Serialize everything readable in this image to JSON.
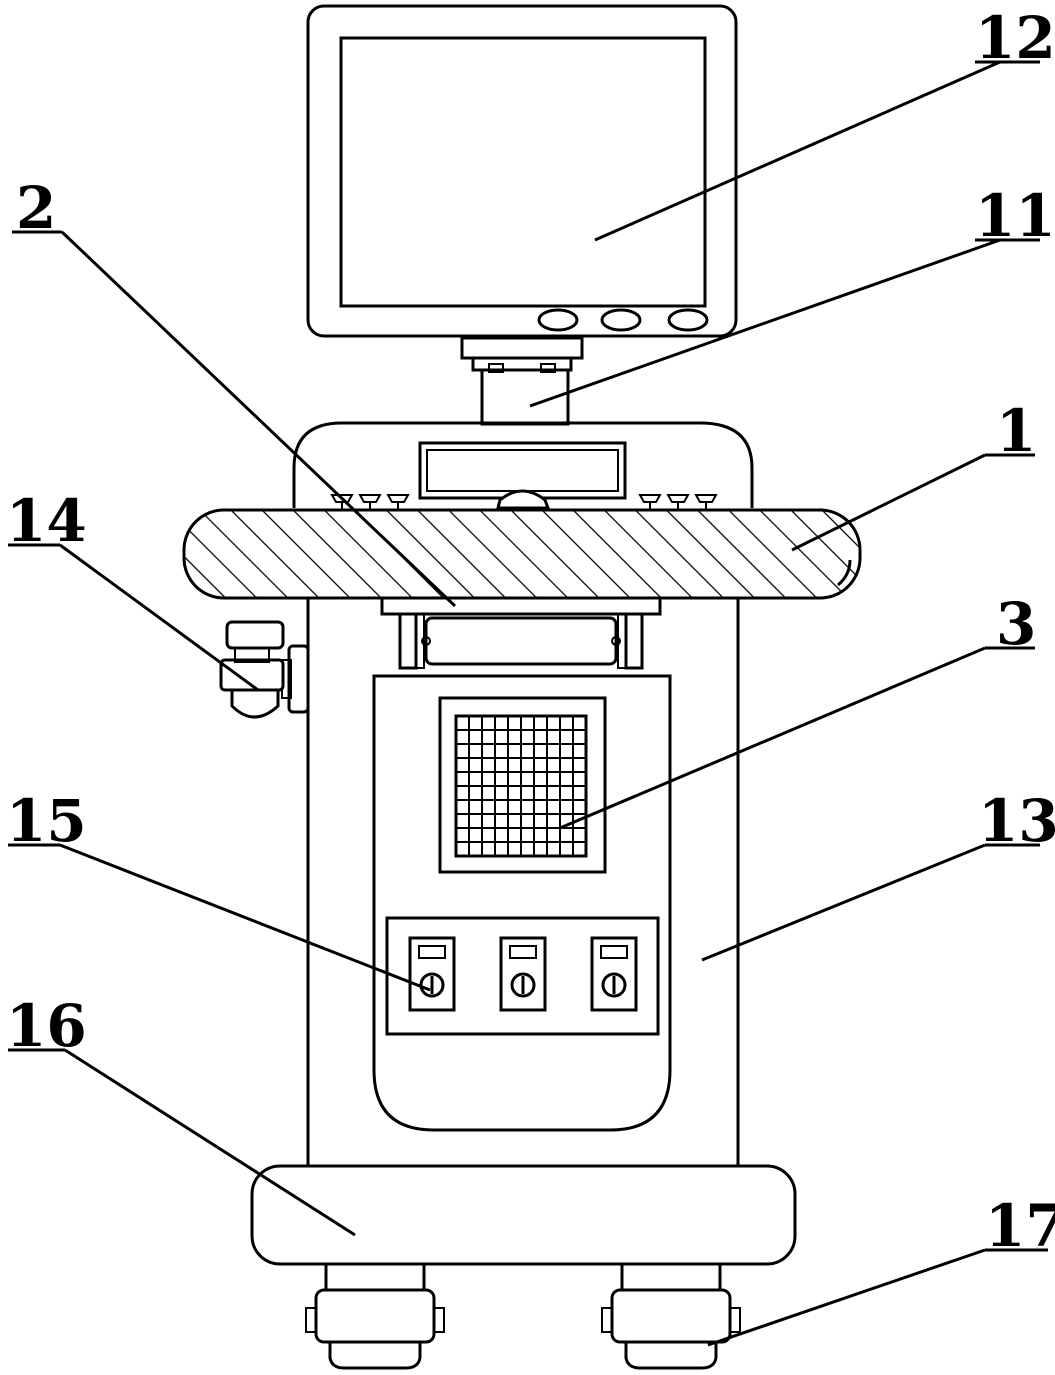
{
  "callouts": {
    "c1": "1",
    "c2": "2",
    "c3": "3",
    "c11": "11",
    "c12": "12",
    "c13": "13",
    "c14": "14",
    "c15": "15",
    "c16": "16",
    "c17": "17"
  },
  "knob_count": 3,
  "keys_per_side": 3,
  "monitor_buttons": 3
}
